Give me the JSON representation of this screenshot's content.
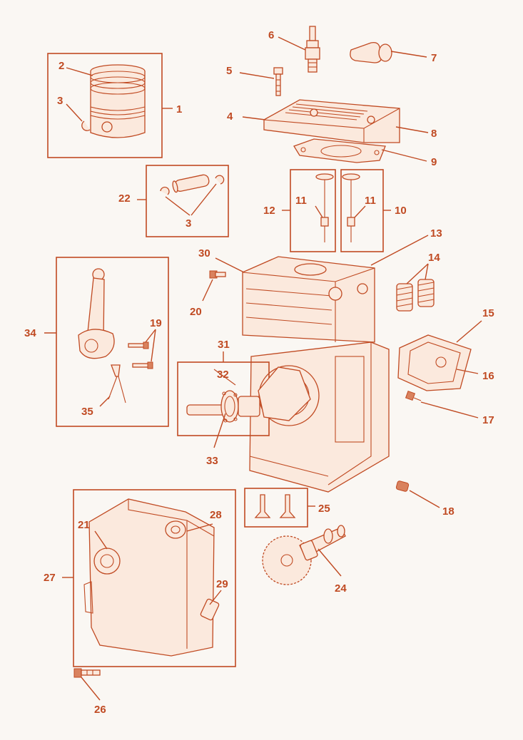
{
  "labels": {
    "l1": "1",
    "l2": "2",
    "l3a": "3",
    "l3b": "3",
    "l4": "4",
    "l5": "5",
    "l6": "6",
    "l7": "7",
    "l8": "8",
    "l9": "9",
    "l10": "10",
    "l11a": "11",
    "l11b": "11",
    "l12": "12",
    "l13": "13",
    "l14": "14",
    "l15": "15",
    "l16": "16",
    "l17": "17",
    "l18": "18",
    "l19": "19",
    "l20": "20",
    "l21": "21",
    "l22": "22",
    "l24": "24",
    "l25": "25",
    "l26": "26",
    "l27": "27",
    "l28": "28",
    "l29": "29",
    "l30": "30",
    "l31": "31",
    "l32": "32",
    "l33": "33",
    "l34": "34",
    "l35": "35"
  },
  "colors": {
    "line": "#c04a22",
    "background": "#faf7f3",
    "fill": "#fbe9dd"
  }
}
